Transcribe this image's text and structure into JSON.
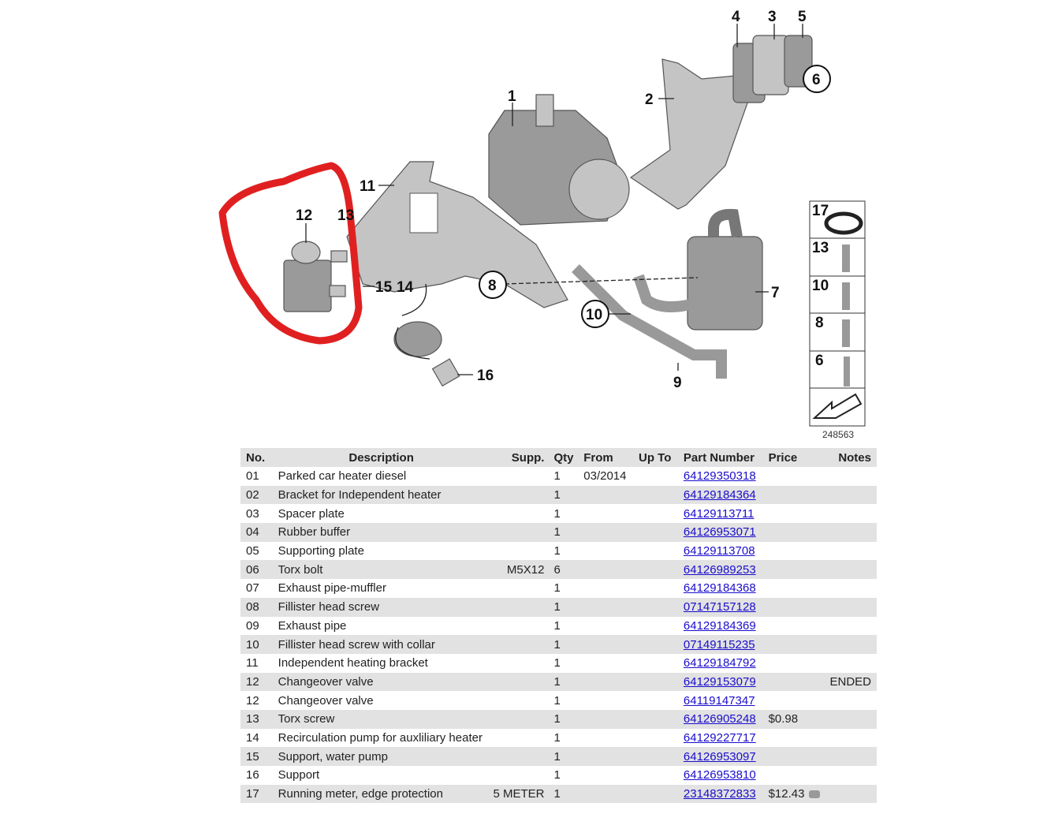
{
  "diagram": {
    "callouts": [
      "1",
      "2",
      "3",
      "4",
      "5",
      "6",
      "7",
      "8",
      "9",
      "10",
      "11",
      "12",
      "13",
      "14",
      "15",
      "16",
      "17"
    ],
    "legend_numbers": [
      "17",
      "13",
      "10",
      "8",
      "6"
    ],
    "image_id": "248563",
    "highlight_color": "#e02020"
  },
  "table": {
    "headers": {
      "no": "No.",
      "desc": "Description",
      "supp": "Supp.",
      "qty": "Qty",
      "from": "From",
      "upto": "Up To",
      "pn": "Part Number",
      "price": "Price",
      "notes": "Notes"
    },
    "rows": [
      {
        "no": "01",
        "desc": "Parked car heater diesel",
        "supp": "",
        "qty": "1",
        "from": "03/2014",
        "upto": "",
        "pn": "64129350318",
        "price": "",
        "notes": ""
      },
      {
        "no": "02",
        "desc": "Bracket for Independent heater",
        "supp": "",
        "qty": "1",
        "from": "",
        "upto": "",
        "pn": "64129184364",
        "price": "",
        "notes": ""
      },
      {
        "no": "03",
        "desc": "Spacer plate",
        "supp": "",
        "qty": "1",
        "from": "",
        "upto": "",
        "pn": "64129113711",
        "price": "",
        "notes": ""
      },
      {
        "no": "04",
        "desc": "Rubber buffer",
        "supp": "",
        "qty": "1",
        "from": "",
        "upto": "",
        "pn": "64126953071",
        "price": "",
        "notes": ""
      },
      {
        "no": "05",
        "desc": "Supporting plate",
        "supp": "",
        "qty": "1",
        "from": "",
        "upto": "",
        "pn": "64129113708",
        "price": "",
        "notes": ""
      },
      {
        "no": "06",
        "desc": "Torx bolt",
        "supp": "M5X12",
        "qty": "6",
        "from": "",
        "upto": "",
        "pn": "64126989253",
        "price": "",
        "notes": ""
      },
      {
        "no": "07",
        "desc": "Exhaust pipe-muffler",
        "supp": "",
        "qty": "1",
        "from": "",
        "upto": "",
        "pn": "64129184368",
        "price": "",
        "notes": ""
      },
      {
        "no": "08",
        "desc": "Fillister head screw",
        "supp": "",
        "qty": "1",
        "from": "",
        "upto": "",
        "pn": "07147157128",
        "price": "",
        "notes": ""
      },
      {
        "no": "09",
        "desc": "Exhaust pipe",
        "supp": "",
        "qty": "1",
        "from": "",
        "upto": "",
        "pn": "64129184369",
        "price": "",
        "notes": ""
      },
      {
        "no": "10",
        "desc": "Fillister head screw with collar",
        "supp": "",
        "qty": "1",
        "from": "",
        "upto": "",
        "pn": "07149115235",
        "price": "",
        "notes": ""
      },
      {
        "no": "11",
        "desc": "Independent heating bracket",
        "supp": "",
        "qty": "1",
        "from": "",
        "upto": "",
        "pn": "64129184792",
        "price": "",
        "notes": ""
      },
      {
        "no": "12",
        "desc": "Changeover valve",
        "supp": "",
        "qty": "1",
        "from": "",
        "upto": "",
        "pn": "64129153079",
        "price": "",
        "notes": "ENDED"
      },
      {
        "no": "12",
        "desc": "Changeover valve",
        "supp": "",
        "qty": "1",
        "from": "",
        "upto": "",
        "pn": "64119147347",
        "price": "",
        "notes": ""
      },
      {
        "no": "13",
        "desc": "Torx screw",
        "supp": "",
        "qty": "1",
        "from": "",
        "upto": "",
        "pn": "64126905248",
        "price": "$0.98",
        "notes": ""
      },
      {
        "no": "14",
        "desc": "Recirculation pump for auxliliary heater",
        "supp": "",
        "qty": "1",
        "from": "",
        "upto": "",
        "pn": "64129227717",
        "price": "",
        "notes": ""
      },
      {
        "no": "15",
        "desc": "Support, water pump",
        "supp": "",
        "qty": "1",
        "from": "",
        "upto": "",
        "pn": "64126953097",
        "price": "",
        "notes": ""
      },
      {
        "no": "16",
        "desc": "Support",
        "supp": "",
        "qty": "1",
        "from": "",
        "upto": "",
        "pn": "64126953810",
        "price": "",
        "notes": ""
      },
      {
        "no": "17",
        "desc": "Running meter, edge protection",
        "supp": "5 METER",
        "qty": "1",
        "from": "",
        "upto": "",
        "pn": "23148372833",
        "price": "$12.43",
        "notes": "",
        "photo": true
      }
    ]
  }
}
